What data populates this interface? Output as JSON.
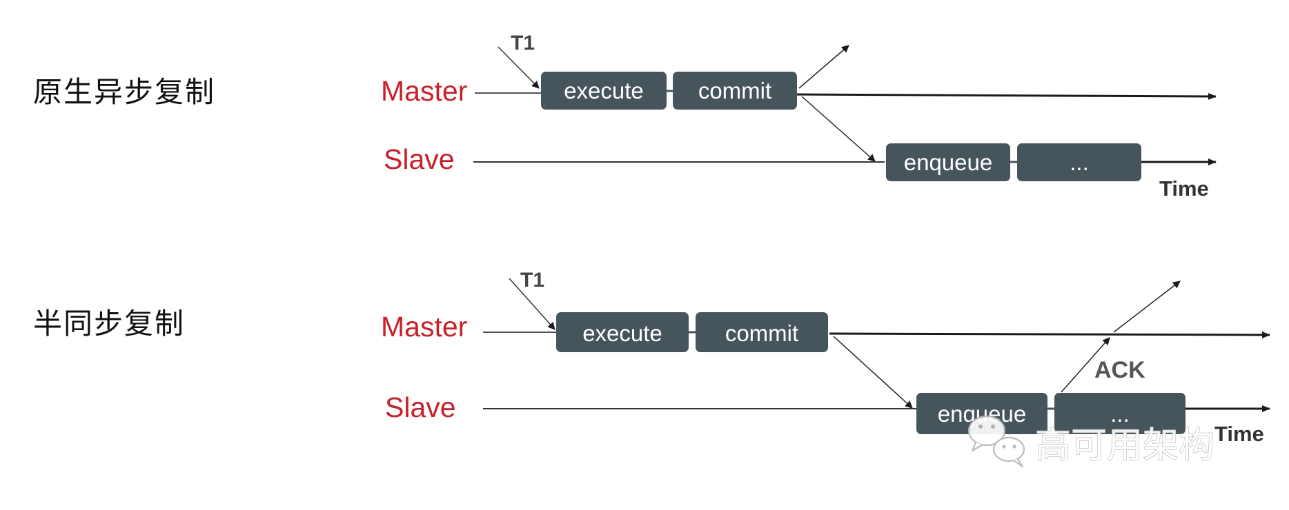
{
  "diagrams": [
    {
      "title": "原生异步复制",
      "t1_label": "T1",
      "master_label": "Master",
      "slave_label": "Slave",
      "master_steps": [
        "execute",
        "commit"
      ],
      "slave_steps": [
        "enqueue",
        "..."
      ],
      "time_label": "Time"
    },
    {
      "title": "半同步复制",
      "t1_label": "T1",
      "master_label": "Master",
      "slave_label": "Slave",
      "master_steps": [
        "execute",
        "commit"
      ],
      "slave_steps": [
        "enqueue",
        "..."
      ],
      "ack_label": "ACK",
      "time_label": "Time"
    }
  ],
  "watermark": {
    "text": "高可用架构",
    "icon": "wechat-icon"
  },
  "colors": {
    "lane_label": "#c8202a",
    "step_box": "#46545c",
    "arrow": "#1a1a1a"
  }
}
